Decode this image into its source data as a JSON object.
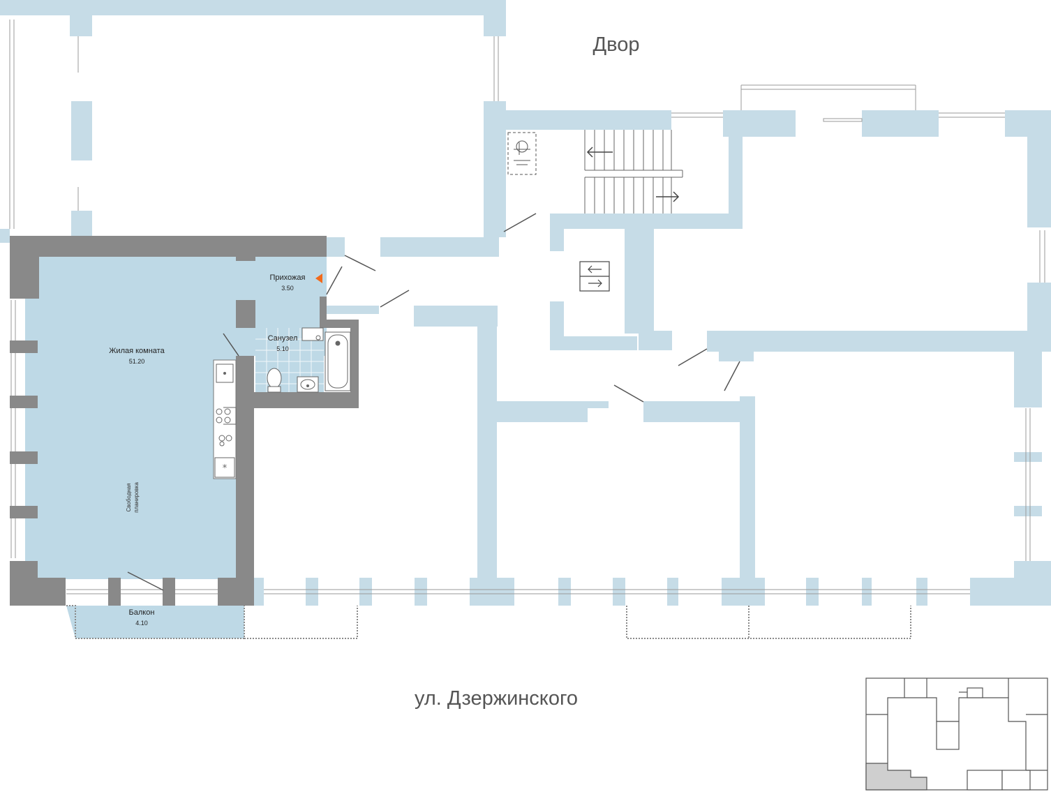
{
  "labels": {
    "courtyard": "Двор",
    "street": "ул. Дзержинского",
    "free_layout_line1": "Свободная",
    "free_layout_line2": "планировка"
  },
  "rooms": [
    {
      "name": "Прихожая",
      "area": "3.50"
    },
    {
      "name": "Жилая комната",
      "area": "51.20"
    },
    {
      "name": "Санузел",
      "area": "5.10"
    },
    {
      "name": "Балкон",
      "area": "4.10"
    }
  ],
  "colors": {
    "apartment_fill": "#bed9e6",
    "walls": "#c6dce7",
    "apartment_walls": "#898989",
    "entrance_marker": "#f26a1b",
    "keyplan_highlight": "#cfcfcf"
  },
  "icons": [
    "entrance-arrow-icon",
    "elevator-icon",
    "wheelchair-icon",
    "bathtub-icon",
    "toilet-icon",
    "sink-icon",
    "stove-icon",
    "kitchen-sink-icon",
    "fridge-icon",
    "washing-machine-icon",
    "staircase-arrow-icon"
  ]
}
